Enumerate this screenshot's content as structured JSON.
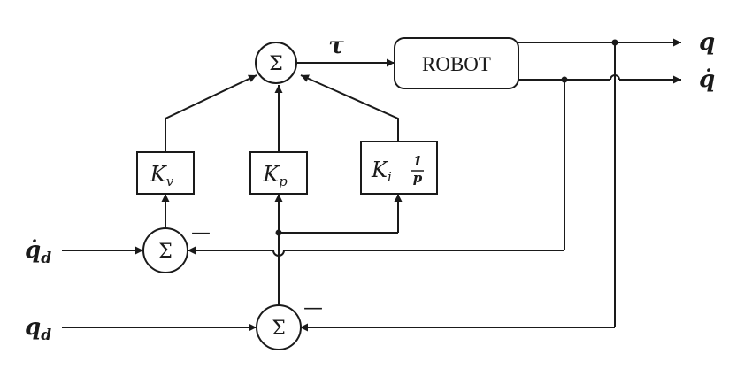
{
  "blocks": {
    "robot_label": "ROBOT",
    "kv": {
      "main": "K",
      "sub": "v"
    },
    "kp": {
      "main": "K",
      "sub": "p"
    },
    "ki": {
      "main": "K",
      "sub": "i",
      "frac_num": "1",
      "frac_den": "p"
    }
  },
  "summing_symbol": "Σ",
  "signals": {
    "tau": "τ",
    "q_out": "q",
    "qdot_out": "q̇",
    "qdot_d": {
      "main": "q̇",
      "sub": "d"
    },
    "q_d": {
      "main": "q",
      "sub": "d"
    }
  },
  "negative_sign": "—"
}
